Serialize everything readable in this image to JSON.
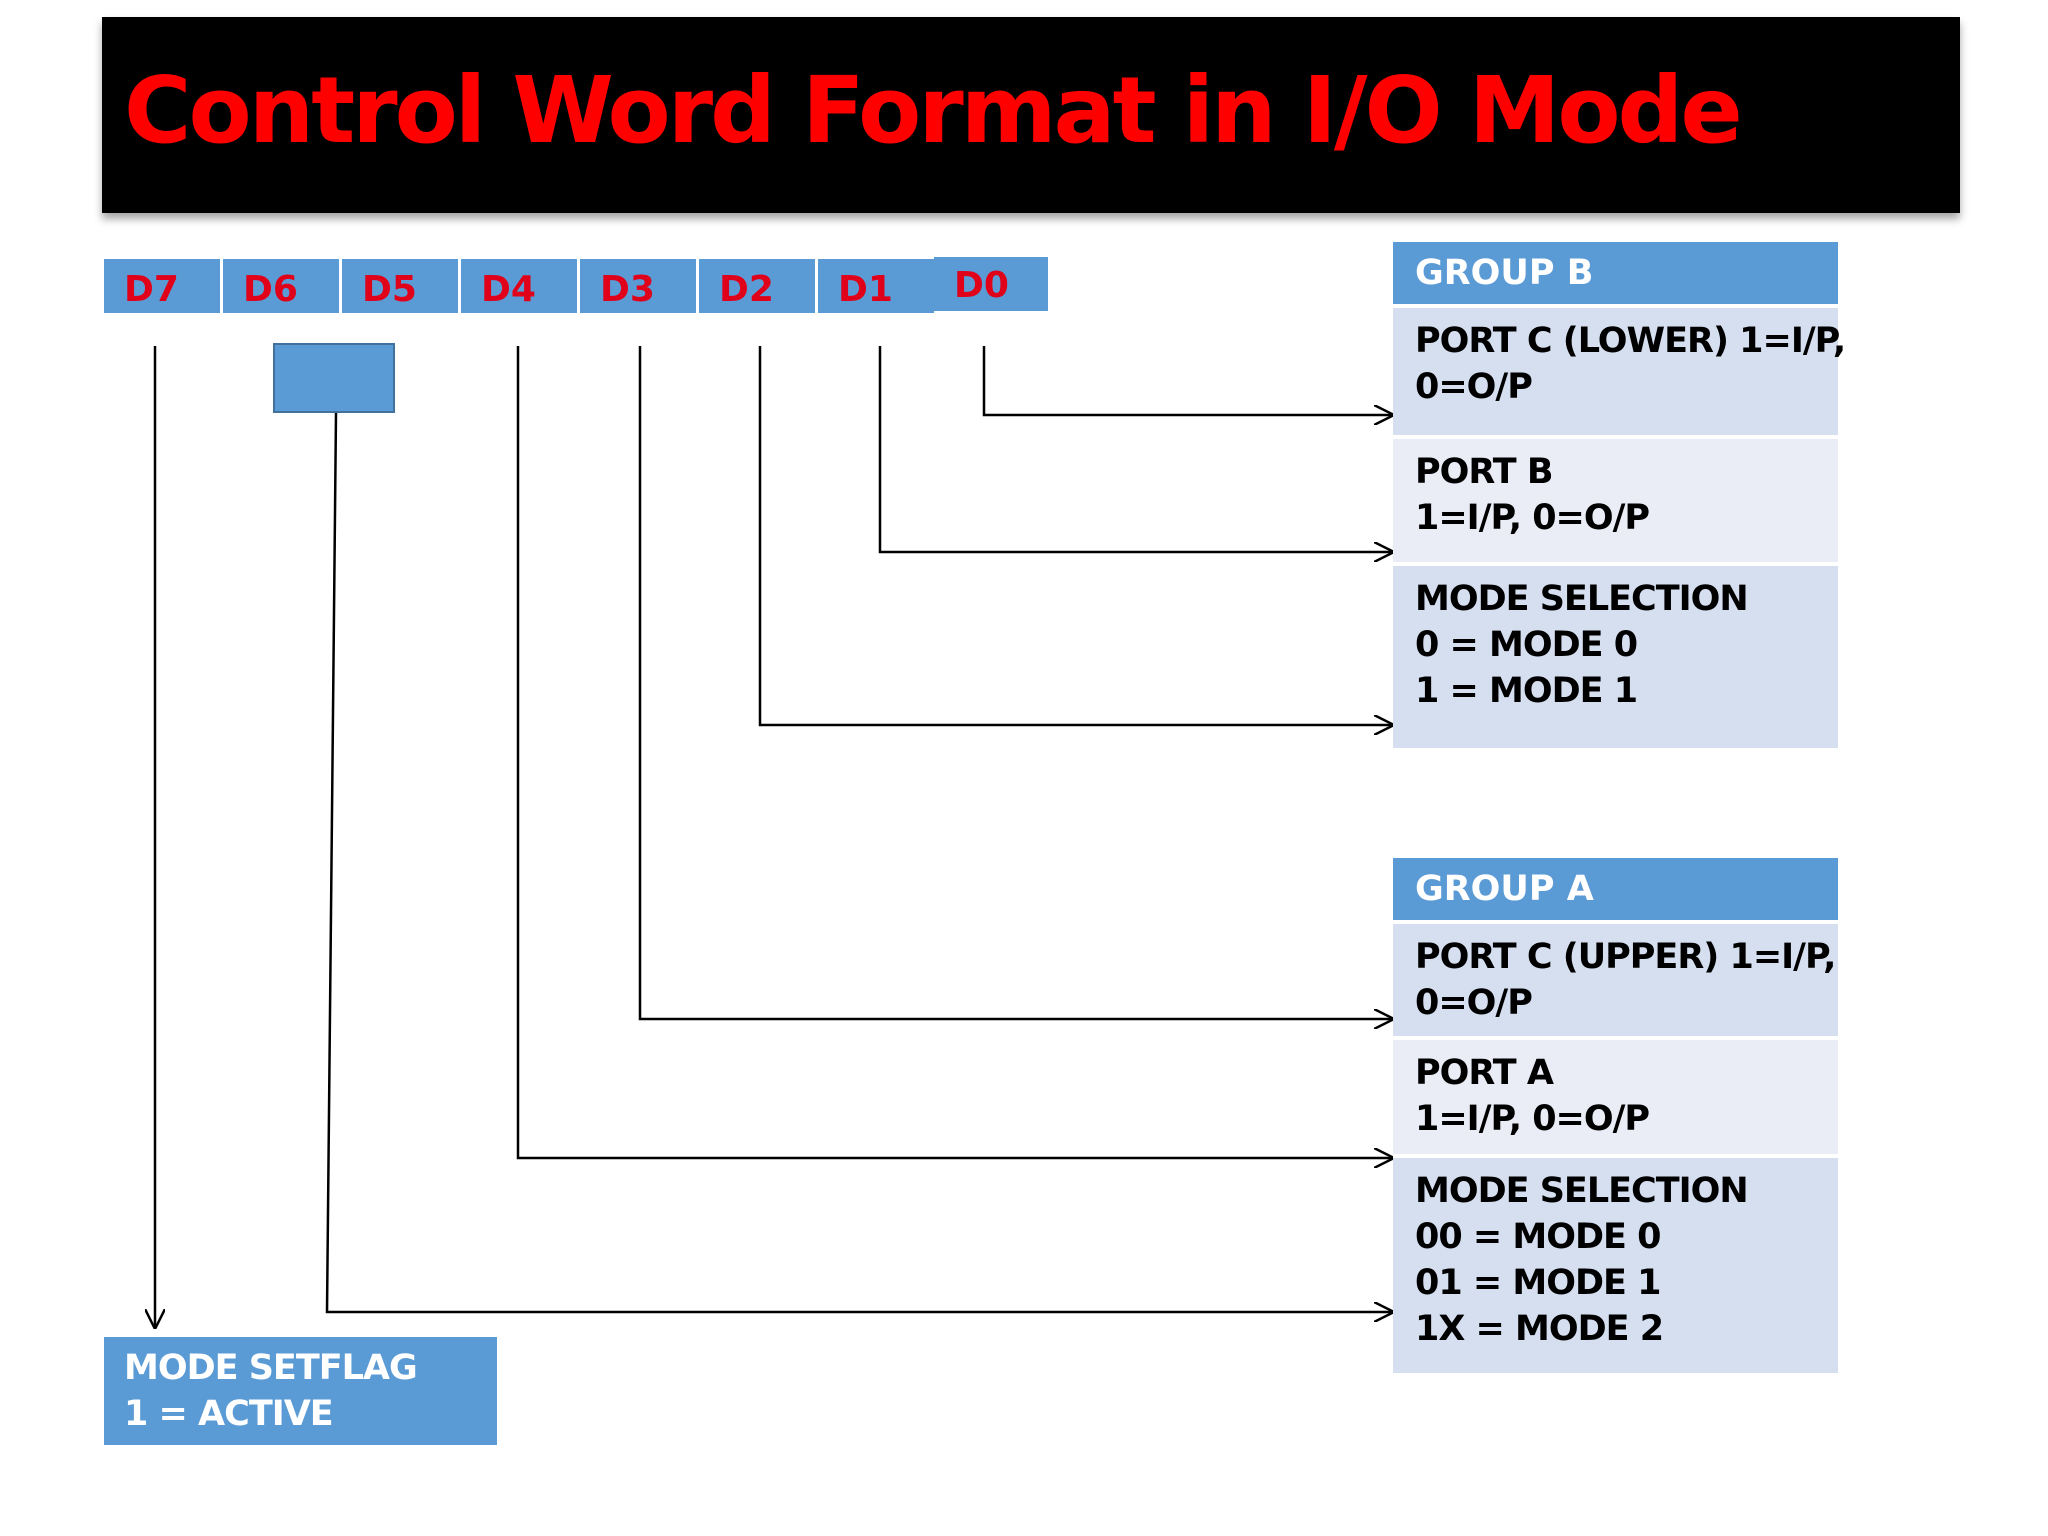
{
  "title": "Control Word Format in I/O Mode",
  "bits": [
    "D7",
    "D6",
    "D5",
    "D4",
    "D3",
    "D2",
    "D1",
    "D0"
  ],
  "group_b": {
    "header": "GROUP B",
    "rows": [
      [
        "PORT C (LOWER) 1=I/P,",
        "0=O/P"
      ],
      [
        "PORT B",
        "1=I/P,  0=O/P"
      ],
      [
        "MODE SELECTION",
        "0 = MODE 0",
        "1 = MODE 1"
      ]
    ]
  },
  "group_a": {
    "header": "GROUP A",
    "rows": [
      [
        "PORT C (UPPER) 1=I/P,",
        "0=O/P"
      ],
      [
        "PORT A",
        "1=I/P,  0=O/P"
      ],
      [
        "MODE SELECTION",
        "00 = MODE 0",
        "01 = MODE 1",
        "1X = MODE 2"
      ]
    ]
  },
  "mode_flag": [
    "MODE SETFLAG",
    "1 = ACTIVE"
  ],
  "colors": {
    "title_bg": "#000000",
    "title_text": "#ff0000",
    "cell_blue": "#5b9bd5",
    "bit_text": "#e0001a",
    "row_dark": "#d6dff0",
    "row_light": "#eaedf6"
  }
}
